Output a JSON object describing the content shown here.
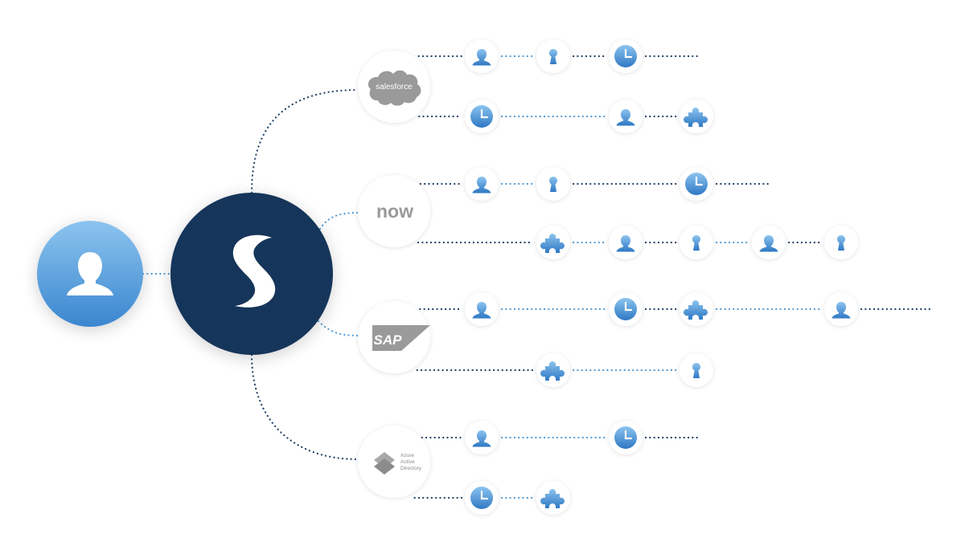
{
  "diagram": {
    "user": {
      "icon": "user-icon"
    },
    "hub": {
      "logo_letter": "S",
      "icon": "hub-logo-icon"
    },
    "apps": [
      {
        "id": "salesforce",
        "logo_text": "salesforce",
        "rows": [
          {
            "nodes": [
              "user",
              "key",
              "clock"
            ]
          },
          {
            "nodes": [
              "clock",
              "user",
              "puzzle"
            ]
          }
        ]
      },
      {
        "id": "servicenow",
        "logo_text": "now",
        "rows": [
          {
            "nodes": [
              "user",
              "key",
              "clock"
            ]
          },
          {
            "nodes": [
              "puzzle",
              "user",
              "key",
              "user",
              "key"
            ]
          }
        ]
      },
      {
        "id": "sap",
        "logo_text": "SAP",
        "rows": [
          {
            "nodes": [
              "user",
              "clock",
              "puzzle",
              "user"
            ]
          },
          {
            "nodes": [
              "puzzle",
              "key"
            ]
          }
        ]
      },
      {
        "id": "azure-ad",
        "logo_lines": [
          "Azure",
          "Active",
          "Directory"
        ],
        "rows": [
          {
            "nodes": [
              "user",
              "clock"
            ]
          },
          {
            "nodes": [
              "clock",
              "puzzle"
            ]
          }
        ]
      }
    ]
  },
  "colors": {
    "hub": "#18355a",
    "user_gradient_top": "#8cc4ef",
    "user_gradient_bottom": "#3a86cf",
    "dot_dark": "#1f3f66",
    "dot_light": "#4d9ad8",
    "icon_top": "#8cc4ef",
    "icon_bottom": "#2f78c4",
    "logo_grey": "#9a9a9a"
  }
}
